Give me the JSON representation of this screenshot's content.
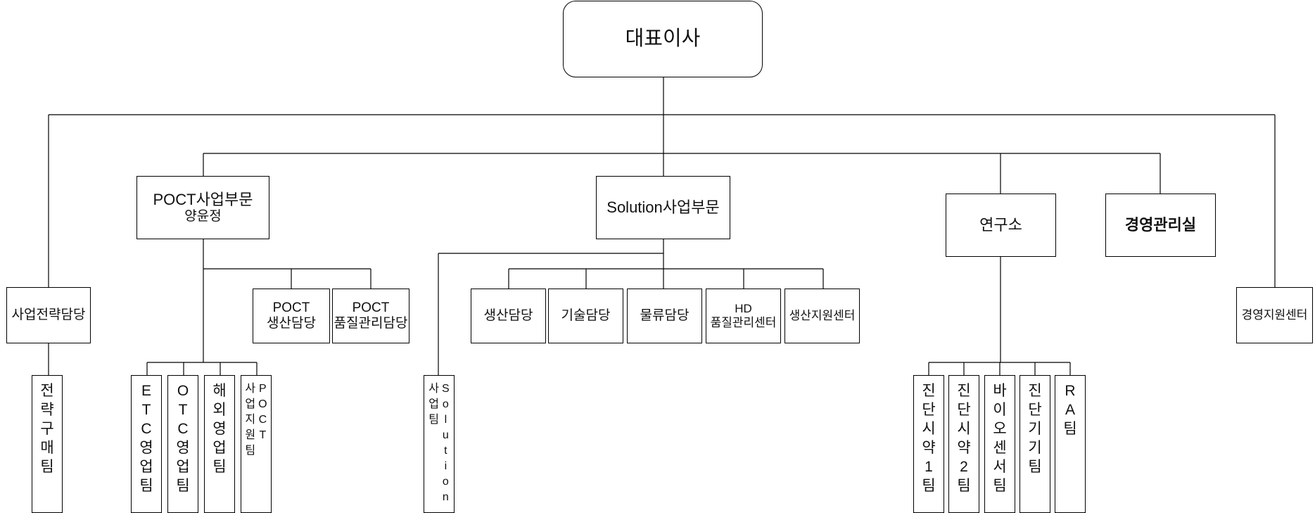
{
  "ceo": "대표이사",
  "poct_division": {
    "name": "POCT사업부문",
    "head": "양윤정"
  },
  "solution_division": {
    "name": "Solution사업부문"
  },
  "research_lab": "연구소",
  "management_office": "경영관리실",
  "strategy": "사업전략담당",
  "strategy_team": [
    "전",
    "략",
    "구",
    "매",
    "팀"
  ],
  "poct_production": [
    "POCT",
    "생산담당"
  ],
  "poct_quality": [
    "POCT",
    "품질관리담당"
  ],
  "production": "생산담당",
  "technology": "기술담당",
  "logistics": "물류담당",
  "hd_quality": [
    "HD",
    "품질관리센터"
  ],
  "production_support": "생산지원센터",
  "management_support": "경영지원센터",
  "poct_teams": [
    {
      "cols": [
        [
          "E",
          "T",
          "C",
          "영",
          "업",
          "팀"
        ]
      ]
    },
    {
      "cols": [
        [
          "O",
          "T",
          "C",
          "영",
          "업",
          "팀"
        ]
      ]
    },
    {
      "cols": [
        [
          "해",
          "외",
          "영",
          "업",
          "팀"
        ]
      ]
    },
    {
      "cols": [
        [
          "P",
          "O",
          "C",
          "T"
        ],
        [
          "사",
          "업",
          "지",
          "원",
          "팀"
        ]
      ]
    }
  ],
  "solution_team": {
    "cols": [
      [
        "S",
        "o",
        "l",
        "u",
        "t",
        "i",
        "o",
        "n"
      ],
      [
        "사",
        "업",
        "팀"
      ]
    ]
  },
  "research_teams": [
    {
      "cols": [
        [
          "진",
          "단",
          "시",
          "약",
          "1",
          "팀"
        ]
      ]
    },
    {
      "cols": [
        [
          "진",
          "단",
          "시",
          "약",
          "2",
          "팀"
        ]
      ]
    },
    {
      "cols": [
        [
          "바",
          "이",
          "오",
          "센",
          "서",
          "팀"
        ]
      ]
    },
    {
      "cols": [
        [
          "진",
          "단",
          "기",
          "기",
          "팀"
        ]
      ]
    },
    {
      "cols": [
        [
          "R",
          "A",
          "팀"
        ]
      ]
    }
  ]
}
